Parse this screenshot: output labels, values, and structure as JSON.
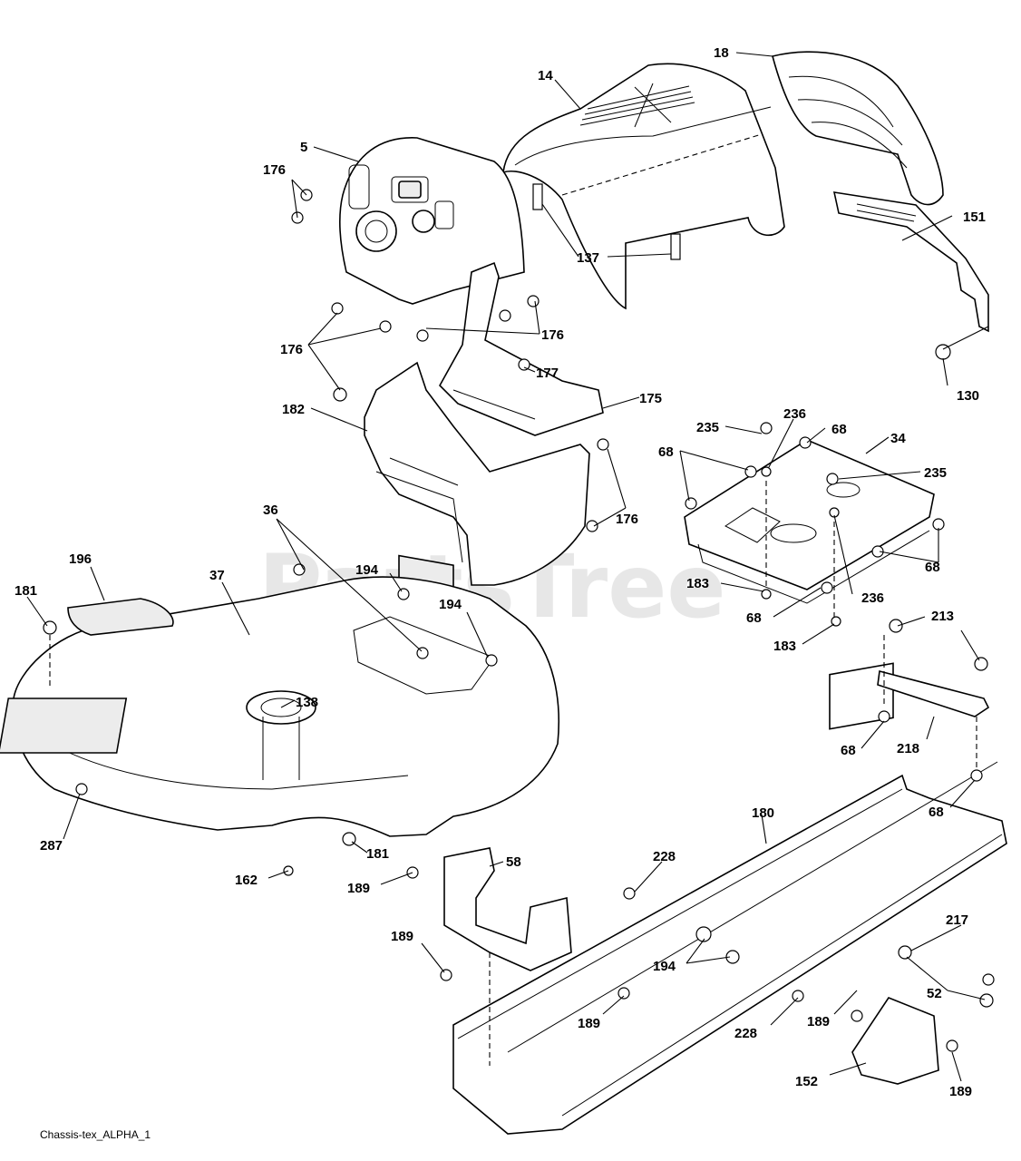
{
  "watermark": "PartsTree",
  "caption": "Chassis-tex_ALPHA_1",
  "part_labels": [
    {
      "id": "l18",
      "text": "18"
    },
    {
      "id": "l14",
      "text": "14"
    },
    {
      "id": "l5",
      "text": "5"
    },
    {
      "id": "l176a",
      "text": "176"
    },
    {
      "id": "l151",
      "text": "151"
    },
    {
      "id": "l137",
      "text": "137"
    },
    {
      "id": "l176b",
      "text": "176"
    },
    {
      "id": "l176c",
      "text": "176"
    },
    {
      "id": "l177",
      "text": "177"
    },
    {
      "id": "l130",
      "text": "130"
    },
    {
      "id": "l175",
      "text": "175"
    },
    {
      "id": "l182",
      "text": "182"
    },
    {
      "id": "l235a",
      "text": "235"
    },
    {
      "id": "l236a",
      "text": "236"
    },
    {
      "id": "l68a",
      "text": "68"
    },
    {
      "id": "l68b",
      "text": "68"
    },
    {
      "id": "l34",
      "text": "34"
    },
    {
      "id": "l235b",
      "text": "235"
    },
    {
      "id": "l176d",
      "text": "176"
    },
    {
      "id": "l36",
      "text": "36"
    },
    {
      "id": "l196",
      "text": "196"
    },
    {
      "id": "l37",
      "text": "37"
    },
    {
      "id": "l194a",
      "text": "194"
    },
    {
      "id": "l181a",
      "text": "181"
    },
    {
      "id": "l194b",
      "text": "194"
    },
    {
      "id": "l183a",
      "text": "183"
    },
    {
      "id": "l68c",
      "text": "68"
    },
    {
      "id": "l236b",
      "text": "236"
    },
    {
      "id": "l68d",
      "text": "68"
    },
    {
      "id": "l183b",
      "text": "183"
    },
    {
      "id": "l213",
      "text": "213"
    },
    {
      "id": "l138",
      "text": "138"
    },
    {
      "id": "l68e",
      "text": "68"
    },
    {
      "id": "l218",
      "text": "218"
    },
    {
      "id": "l68f",
      "text": "68"
    },
    {
      "id": "l287",
      "text": "287"
    },
    {
      "id": "l180",
      "text": "180"
    },
    {
      "id": "l181b",
      "text": "181"
    },
    {
      "id": "l58",
      "text": "58"
    },
    {
      "id": "l228a",
      "text": "228"
    },
    {
      "id": "l162",
      "text": "162"
    },
    {
      "id": "l189a",
      "text": "189"
    },
    {
      "id": "l217",
      "text": "217"
    },
    {
      "id": "l189b",
      "text": "189"
    },
    {
      "id": "l194c",
      "text": "194"
    },
    {
      "id": "l52",
      "text": "52"
    },
    {
      "id": "l189c",
      "text": "189"
    },
    {
      "id": "l228b",
      "text": "228"
    },
    {
      "id": "l189d",
      "text": "189"
    },
    {
      "id": "l152",
      "text": "152"
    },
    {
      "id": "l189e",
      "text": "189"
    }
  ]
}
